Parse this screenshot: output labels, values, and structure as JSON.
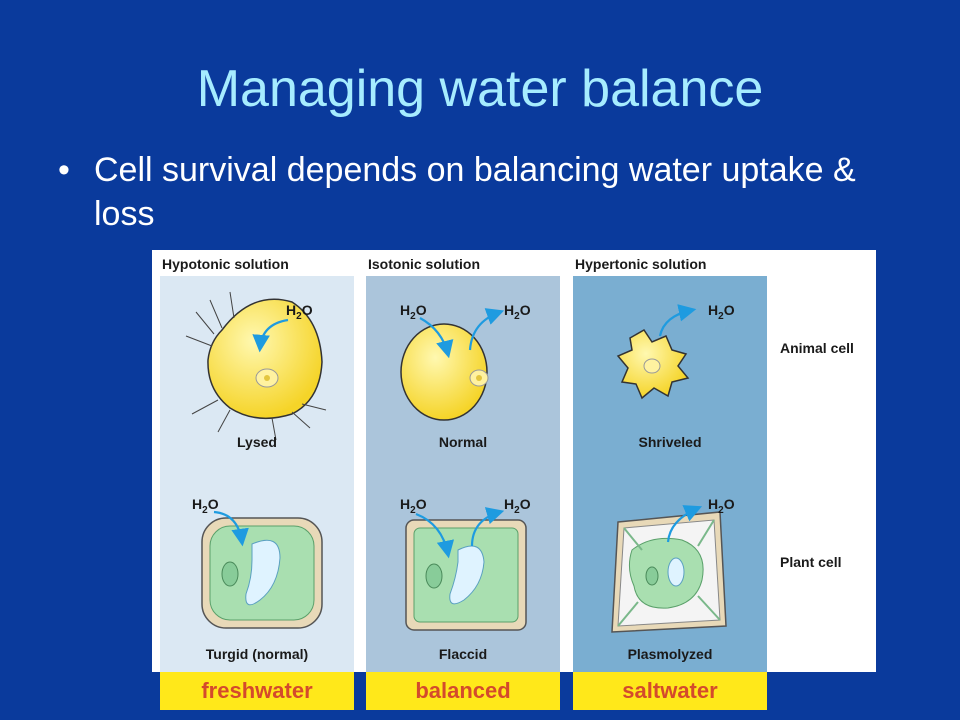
{
  "slide": {
    "title": "Managing water balance",
    "bullet_marker": "•",
    "bullet_text": "Cell survival depends on balancing water uptake & loss"
  },
  "figure": {
    "columns": [
      {
        "header": "Hypotonic solution",
        "animal_label": "Lysed",
        "plant_label": "Turgid (normal)",
        "tag": "freshwater"
      },
      {
        "header": "Isotonic solution",
        "animal_label": "Normal",
        "plant_label": "Flaccid",
        "tag": "balanced"
      },
      {
        "header": "Hypertonic solution",
        "animal_label": "Shriveled",
        "plant_label": "Plasmolyzed",
        "tag": "saltwater"
      }
    ],
    "row_labels": {
      "animal": "Animal cell",
      "plant": "Plant cell"
    },
    "water": {
      "prefix": "H",
      "subscript": "2",
      "suffix": "O"
    }
  },
  "colors": {
    "background": "#0a3a9c",
    "title": "#a6ecff",
    "hypotonic_bg": "#dbe8f3",
    "isotonic_bg": "#abc5db",
    "hypertonic_bg": "#7aaed1",
    "tag_bg": "#ffe81a",
    "tag_text": "#d44a2c",
    "arrow": "#1e9be0",
    "animal_cell": "#ffe44a",
    "plant_cytoplasm": "#a9dfb0"
  }
}
